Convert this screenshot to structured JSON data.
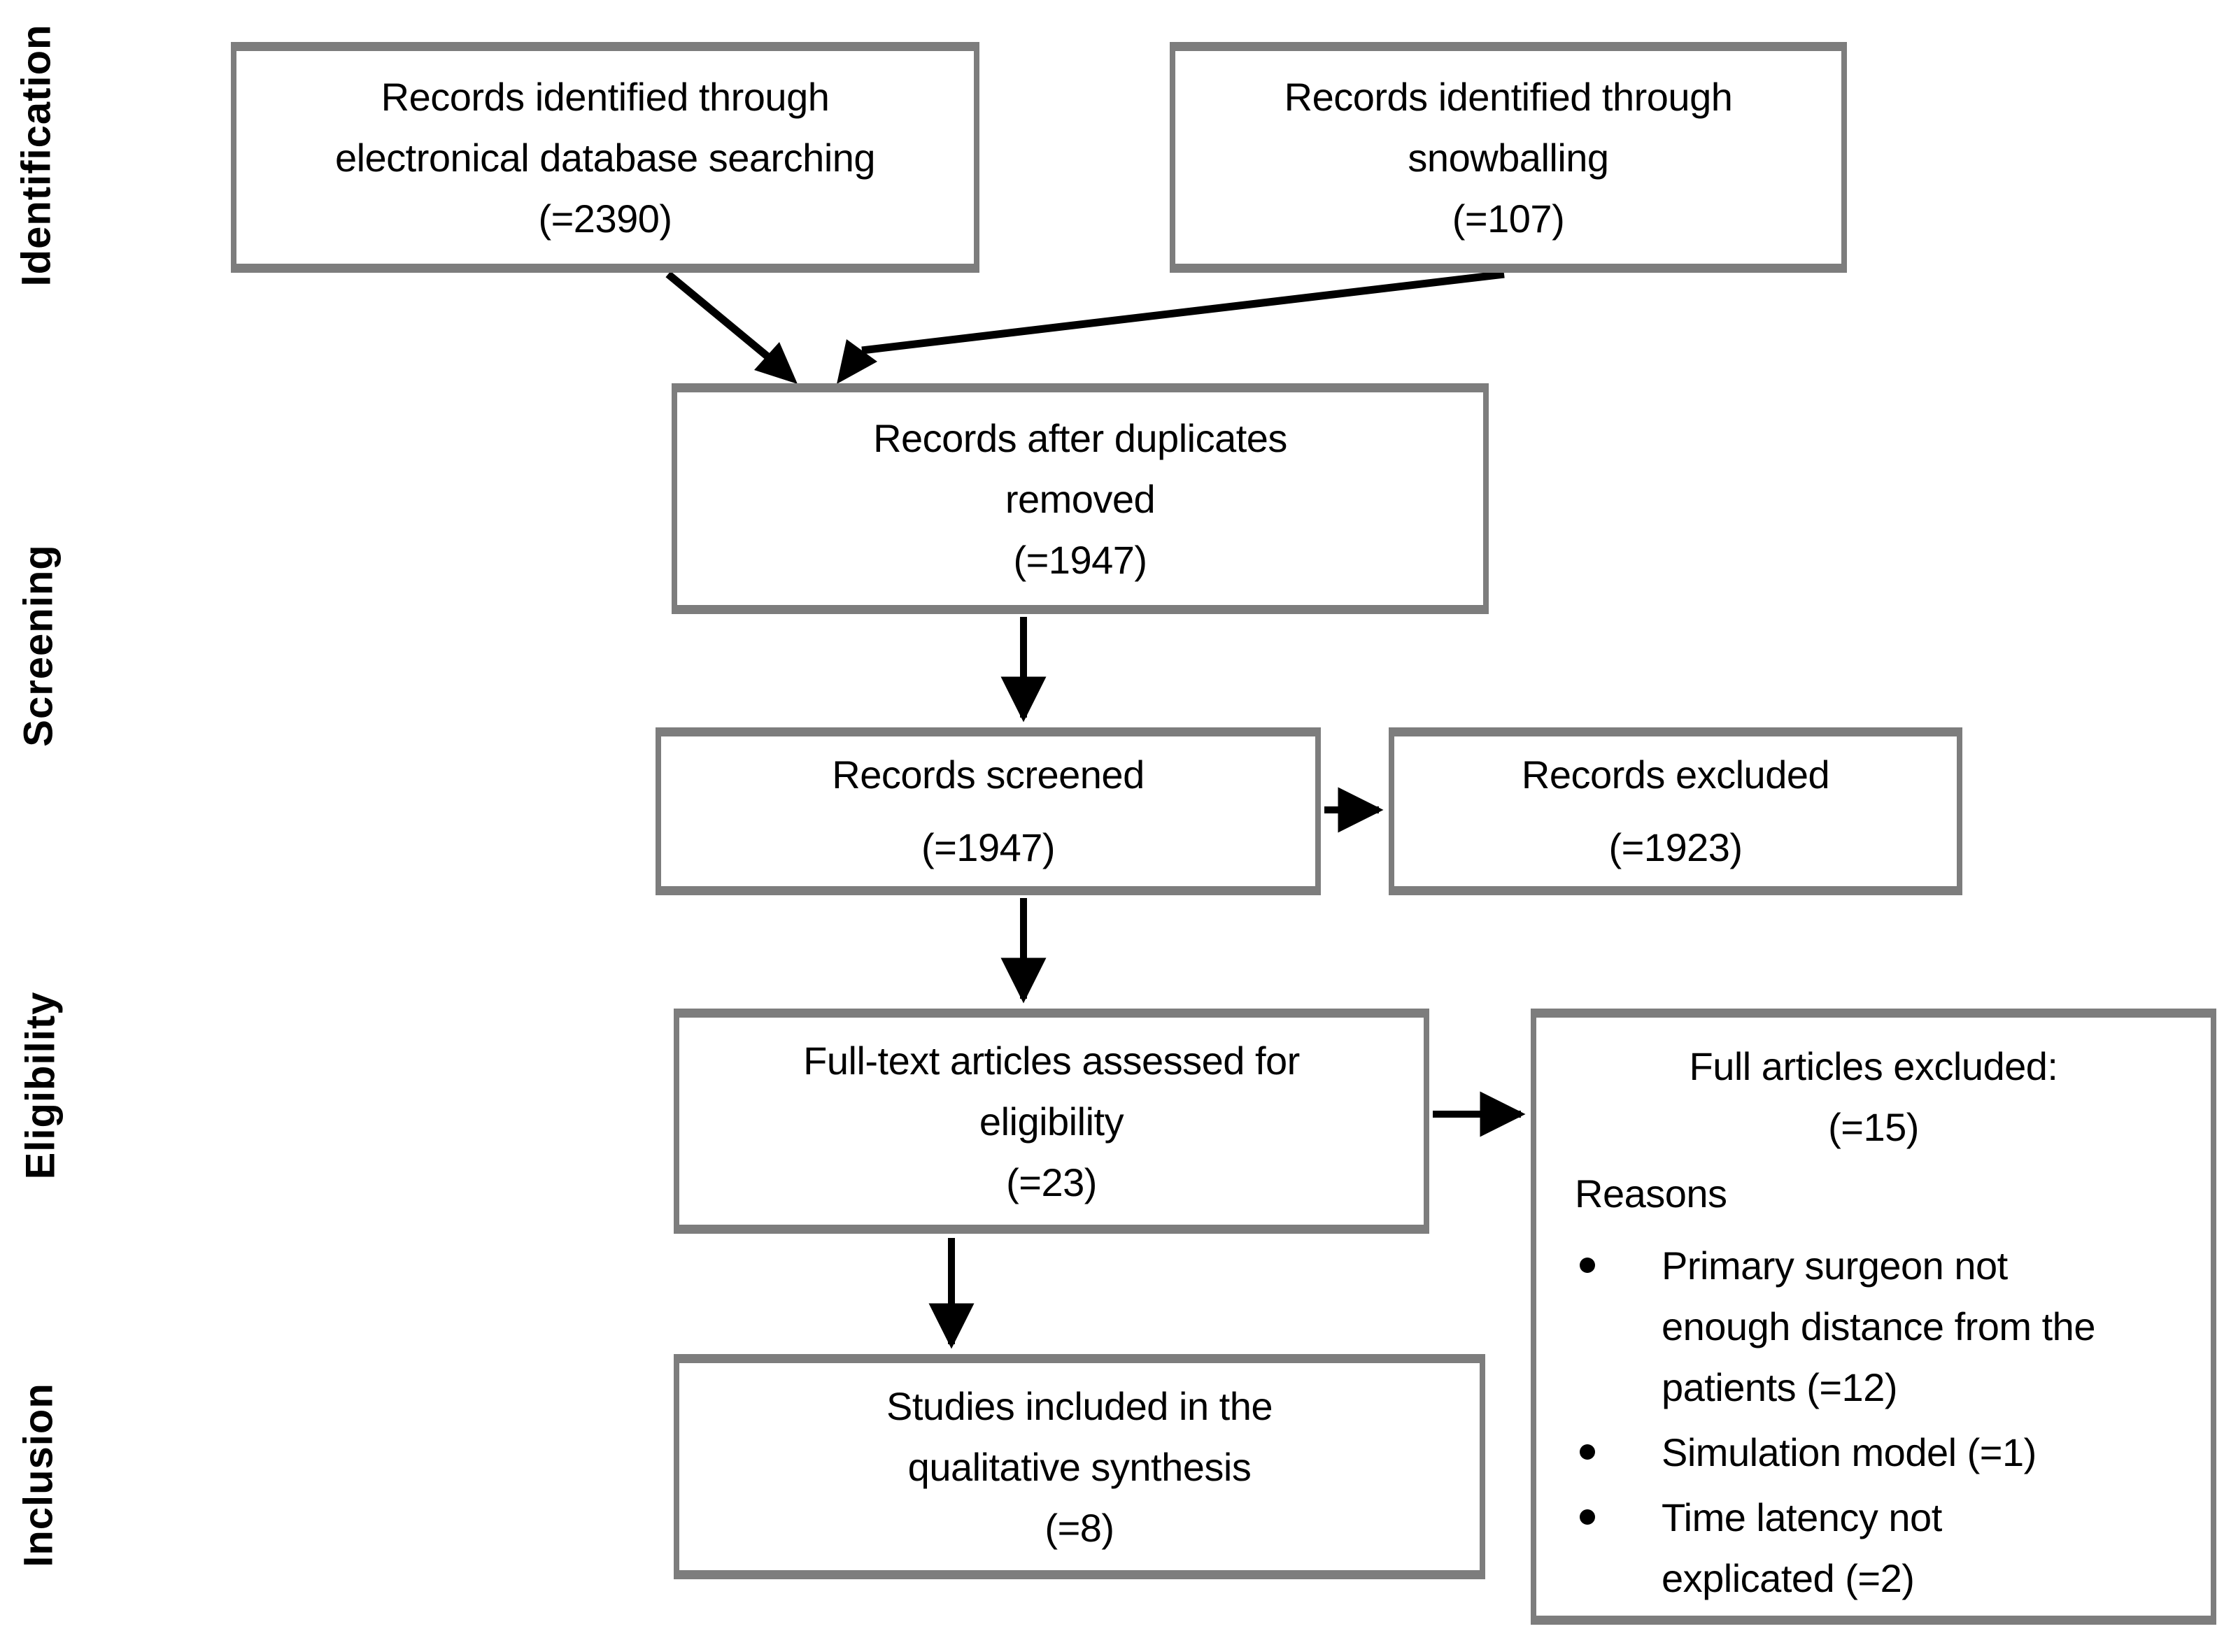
{
  "colors": {
    "background": "#ffffff",
    "box_border": "#7d7d7d",
    "text": "#000000",
    "arrow": "#000000"
  },
  "stage_labels": [
    {
      "id": "identification",
      "label": "Identification"
    },
    {
      "id": "screening",
      "label": "Screening"
    },
    {
      "id": "eligibility",
      "label": "Eligibility"
    },
    {
      "id": "inclusion",
      "label": "Inclusion"
    }
  ],
  "boxes": {
    "database": {
      "lines": [
        "Records identified through",
        "electronical database searching",
        "(=2390)"
      ]
    },
    "snowballing": {
      "lines": [
        "Records identified through",
        "snowballing",
        "(=107)"
      ]
    },
    "duplicates": {
      "lines": [
        "Records after duplicates",
        "removed",
        "(=1947)"
      ]
    },
    "screened": {
      "lines": [
        "Records screened",
        "(=1947)"
      ]
    },
    "excluded": {
      "lines": [
        "Records excluded",
        "(=1923)"
      ]
    },
    "fulltext": {
      "lines": [
        "Full-text articles assessed for",
        "eligibility",
        "(=23)"
      ]
    },
    "included": {
      "lines": [
        "Studies included in the",
        "qualitative synthesis",
        "(=8)"
      ]
    },
    "reasons": {
      "title_lines": [
        "Full articles excluded:",
        "(=15)"
      ],
      "subtitle": "Reasons",
      "bullets": [
        {
          "lines": [
            "Primary surgeon not",
            "enough distance from the",
            "patients (=12)"
          ]
        },
        {
          "lines": [
            "Simulation model (=1)"
          ]
        },
        {
          "lines": [
            "Time latency not",
            "explicated (=2)"
          ]
        }
      ]
    }
  }
}
